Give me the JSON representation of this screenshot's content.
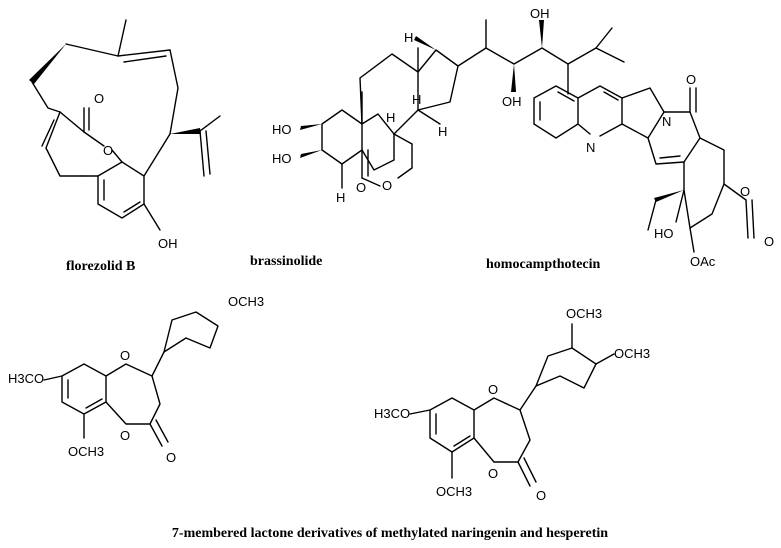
{
  "compounds": [
    {
      "name": "florezolid B",
      "labels": {
        "o_carbonyl": "O",
        "o_ring": "O",
        "oh": "OH"
      }
    },
    {
      "name": "brassinolide",
      "labels": {
        "oh1": "OH",
        "oh2": "OH",
        "ho1": "HO",
        "ho2": "HO",
        "h1": "H",
        "h2": "H",
        "h3": "H",
        "h4": "H",
        "h5": "H",
        "o_ring": "O",
        "o_carbonyl": "O"
      }
    },
    {
      "name": "homocampthotecin",
      "labels": {
        "n1": "N",
        "n2": "N",
        "o1": "O",
        "o2": "O",
        "o3": "O",
        "ho": "HO",
        "oac": "OAc"
      }
    },
    {
      "name": "",
      "labels": {
        "h3co": "H3CO",
        "och3_top": "OCH3",
        "och3_bottom": "OCH3",
        "o1": "O",
        "o2": "O",
        "o3": "O"
      }
    },
    {
      "name": "",
      "labels": {
        "h3co": "H3CO",
        "och3_a": "OCH3",
        "och3_b": "OCH3",
        "och3_bottom": "OCH3",
        "o1": "O",
        "o2": "O",
        "o3": "O"
      }
    }
  ],
  "caption": "7-membered lactone derivatives of methylated naringenin and hesperetin"
}
